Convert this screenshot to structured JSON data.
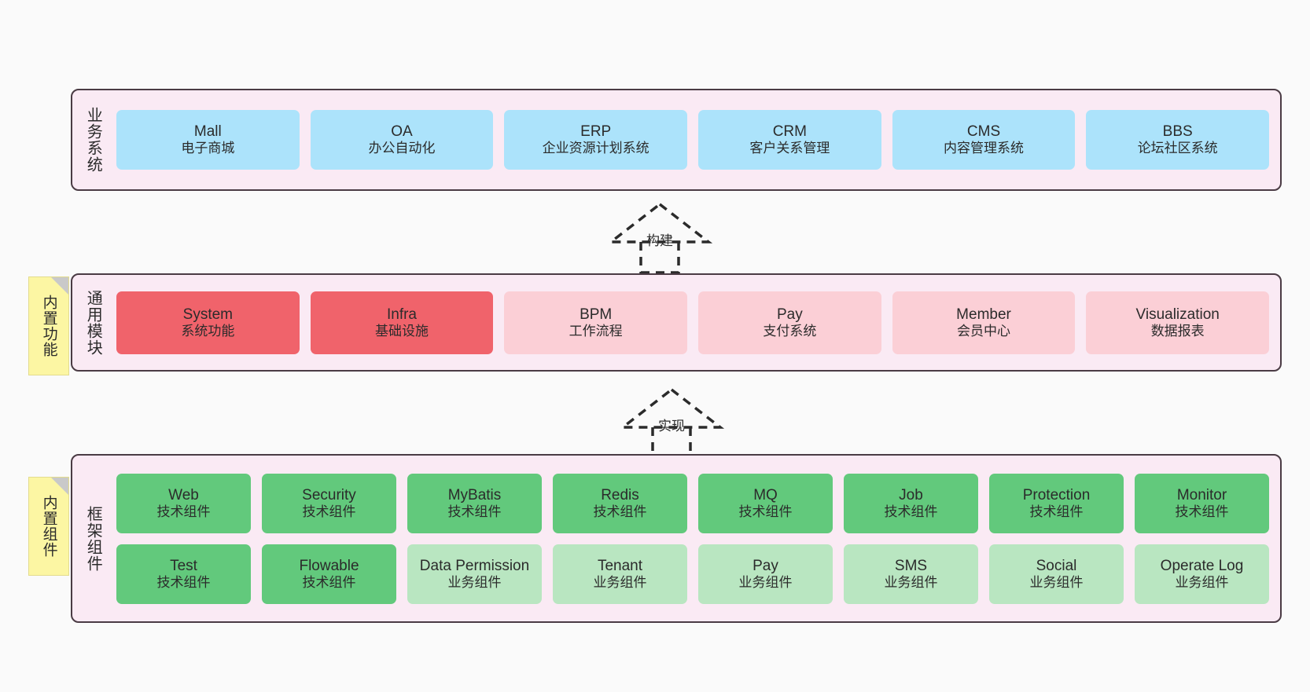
{
  "diagram": {
    "background": "#fafafa",
    "colors": {
      "layer_bg": "#faeaf4",
      "layer_border": "#4a3b44",
      "business_card": "#ace3fb",
      "module_strong": "#f0636b",
      "module_light": "#fbcfd6",
      "component_tech": "#62c97c",
      "component_biz": "#b9e6c1",
      "note_bg": "#fcf6a3",
      "note_fold": "#c9c9c9",
      "arrow_stroke": "#2b2b2b"
    }
  },
  "layers": [
    {
      "id": "business-systems",
      "title": "业务系统",
      "cards": [
        {
          "name": "Mall",
          "desc": "电子商城"
        },
        {
          "name": "OA",
          "desc": "办公自动化"
        },
        {
          "name": "ERP",
          "desc": "企业资源计划系统"
        },
        {
          "name": "CRM",
          "desc": "客户关系管理"
        },
        {
          "name": "CMS",
          "desc": "内容管理系统"
        },
        {
          "name": "BBS",
          "desc": "论坛社区系统"
        }
      ]
    },
    {
      "id": "common-modules",
      "title": "通用模块",
      "note": "内置功能",
      "cards": [
        {
          "name": "System",
          "desc": "系统功能",
          "variant": "strong"
        },
        {
          "name": "Infra",
          "desc": "基础设施",
          "variant": "strong"
        },
        {
          "name": "BPM",
          "desc": "工作流程",
          "variant": "light"
        },
        {
          "name": "Pay",
          "desc": "支付系统",
          "variant": "light"
        },
        {
          "name": "Member",
          "desc": "会员中心",
          "variant": "light"
        },
        {
          "name": "Visualization",
          "desc": "数据报表",
          "variant": "light"
        }
      ]
    },
    {
      "id": "framework-components",
      "title": "框架组件",
      "note": "内置组件",
      "cards": [
        {
          "name": "Web",
          "desc": "技术组件",
          "variant": "tech"
        },
        {
          "name": "Security",
          "desc": "技术组件",
          "variant": "tech"
        },
        {
          "name": "MyBatis",
          "desc": "技术组件",
          "variant": "tech"
        },
        {
          "name": "Redis",
          "desc": "技术组件",
          "variant": "tech"
        },
        {
          "name": "MQ",
          "desc": "技术组件",
          "variant": "tech"
        },
        {
          "name": "Job",
          "desc": "技术组件",
          "variant": "tech"
        },
        {
          "name": "Protection",
          "desc": "技术组件",
          "variant": "tech"
        },
        {
          "name": "Monitor",
          "desc": "技术组件",
          "variant": "tech"
        },
        {
          "name": "Test",
          "desc": "技术组件",
          "variant": "tech"
        },
        {
          "name": "Flowable",
          "desc": "技术组件",
          "variant": "tech"
        },
        {
          "name": "Data Permission",
          "desc": "业务组件",
          "variant": "biz"
        },
        {
          "name": "Tenant",
          "desc": "业务组件",
          "variant": "biz"
        },
        {
          "name": "Pay",
          "desc": "业务组件",
          "variant": "biz"
        },
        {
          "name": "SMS",
          "desc": "业务组件",
          "variant": "biz"
        },
        {
          "name": "Social",
          "desc": "业务组件",
          "variant": "biz"
        },
        {
          "name": "Operate Log",
          "desc": "业务组件",
          "variant": "biz"
        }
      ]
    }
  ],
  "connectors": [
    {
      "id": "build",
      "label": "构建"
    },
    {
      "id": "implement",
      "label": "实现"
    }
  ]
}
